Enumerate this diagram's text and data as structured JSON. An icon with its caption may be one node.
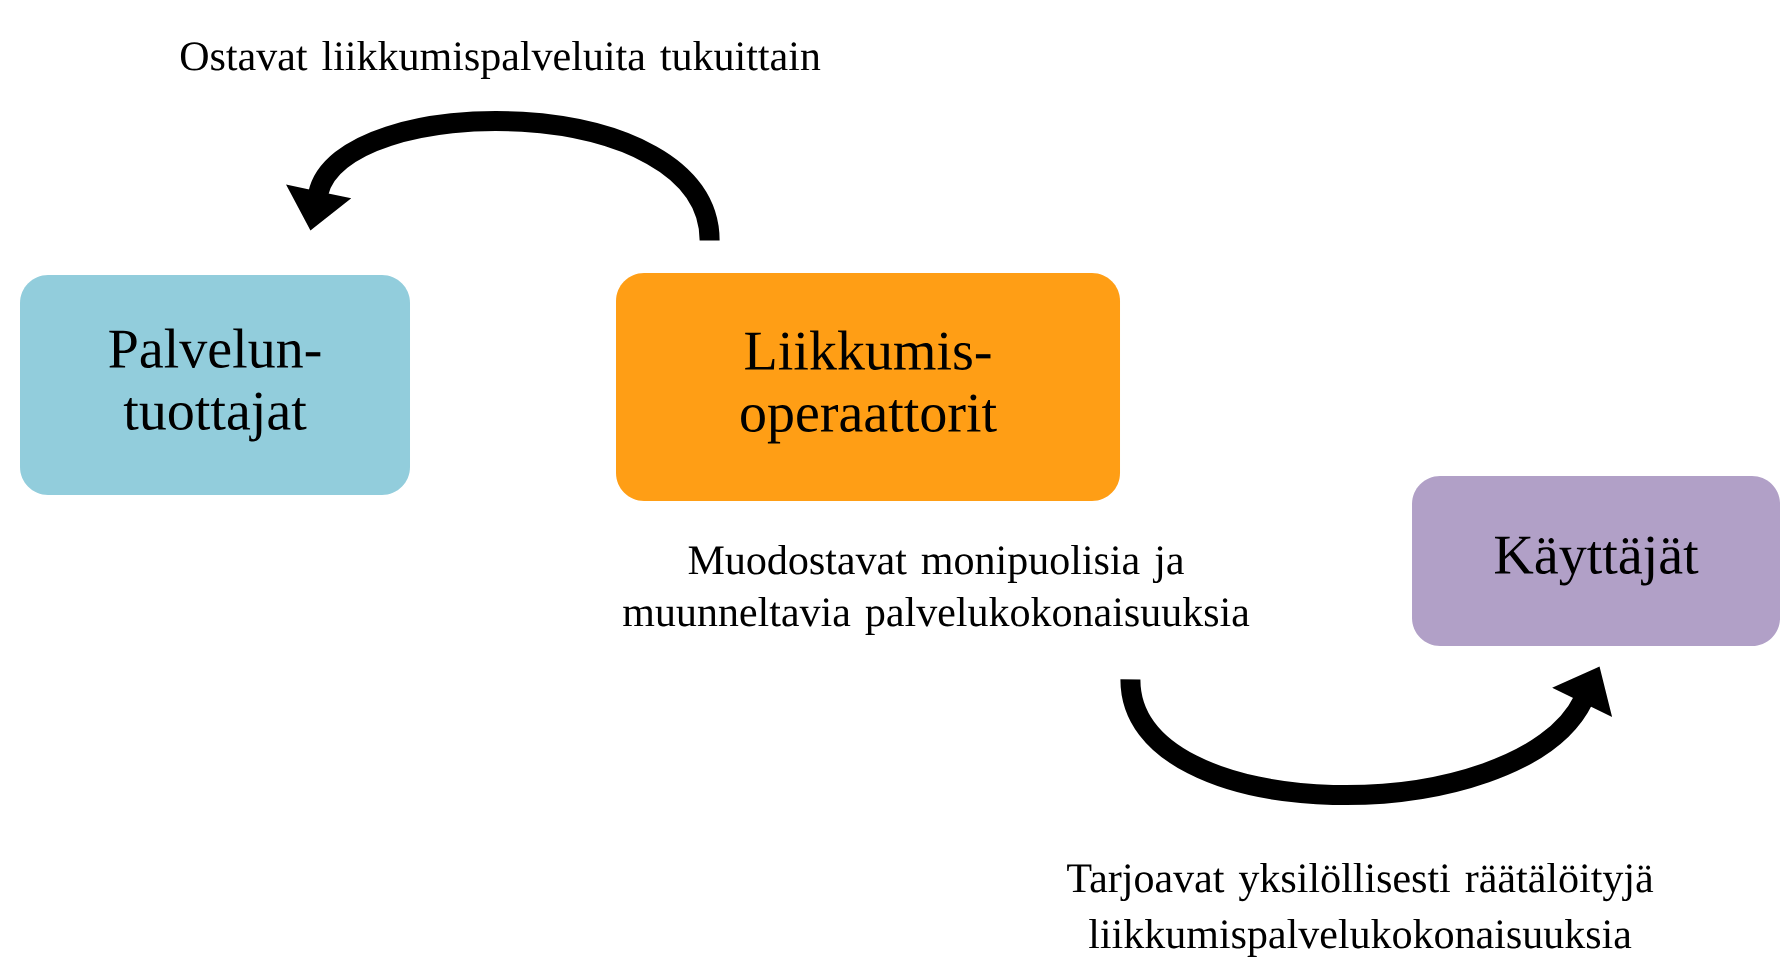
{
  "diagram": {
    "nodes": [
      {
        "text": [
          "Palvelun- tuottajat"
        ]
      },
      {
        "text": [
          "Liikkumis- operaattorit"
        ],
        "beside": [
          "Muodostavat monipuolisia ja muunneltavia palvelukokonaisuuksia"
        ]
      },
      {
        "text": [
          "Käyttäjät"
        ]
      }
    ],
    "edges": [
      {
        "from": 1,
        "to": 0,
        "arrow": "to",
        "label": "Ostavat liikkumispalveluita tukuittain"
      },
      {
        "from": 1,
        "to": 2,
        "arrow": "to",
        "label": "Tarjoavat yksilöllisesti räätälöityjä liikkumispalvelukokonaisuuksia"
      }
    ]
  }
}
